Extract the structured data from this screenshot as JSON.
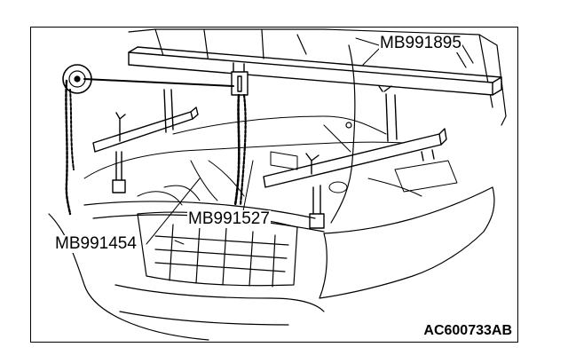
{
  "callouts": {
    "engine_support_bar": "MB991895",
    "chain_hook": "MB991527",
    "support_leg": "MB991454"
  },
  "figure_id": "AC600733AB",
  "colors": {
    "line": "#000000",
    "paper": "#ffffff"
  }
}
